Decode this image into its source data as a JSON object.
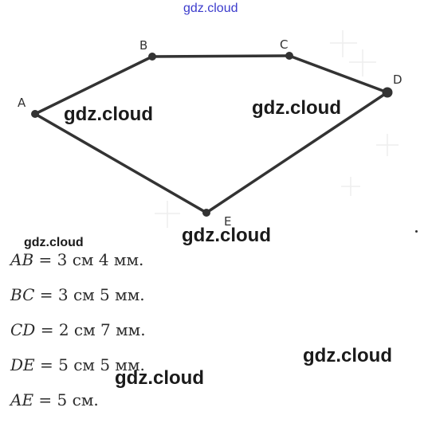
{
  "watermark": {
    "top": "gdz.cloud",
    "repeat": "gdz.cloud"
  },
  "pentagon": {
    "vertices": [
      {
        "id": "A",
        "label": "A"
      },
      {
        "id": "B",
        "label": "B"
      },
      {
        "id": "C",
        "label": "C"
      },
      {
        "id": "D",
        "label": "D"
      },
      {
        "id": "E",
        "label": "E"
      }
    ],
    "edges": [
      [
        "A",
        "B"
      ],
      [
        "B",
        "C"
      ],
      [
        "C",
        "D"
      ],
      [
        "D",
        "E"
      ],
      [
        "E",
        "A"
      ]
    ]
  },
  "measurements": [
    {
      "segment": "AB",
      "eq": "=",
      "value": "3 см 4 мм."
    },
    {
      "segment": "BC",
      "eq": "=",
      "value": "3 см 5 мм."
    },
    {
      "segment": "CD",
      "eq": "=",
      "value": "2 см 7 мм."
    },
    {
      "segment": "DE",
      "eq": "=",
      "value": "5 см 5 мм."
    },
    {
      "segment": "AE",
      "eq": "=",
      "value": "5 см."
    }
  ]
}
